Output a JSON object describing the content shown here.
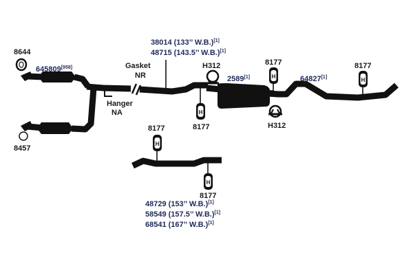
{
  "labels": {
    "part_8644": "8644",
    "part_645809": "645809",
    "note_958": "[958]",
    "gasket": "Gasket",
    "gasket_status": "NR",
    "hanger": "Hanger",
    "hanger_status": "NA",
    "part_8457": "8457",
    "pipe_38014": "38014 (133’’ W.B.)",
    "pipe_48715": "48715 (143.5’’ W.B.)",
    "note_1": "[1]",
    "clamp_h312_top": "H312",
    "clamp_h312_bottom": "H312",
    "hanger_8177_mid": "8177",
    "hanger_8177_muffler": "8177",
    "muffler_2589": "2589",
    "pipe_64827": "64827",
    "hanger_8177_tail": "8177",
    "hanger_8177_alt_top": "8177",
    "hanger_8177_alt_bottom": "8177",
    "pipe_48729": "48729 (153’’ W.B.)",
    "pipe_58549": "58549 (157.5’’ W.B.)",
    "pipe_68541": "68541 (167’’ W.B.)",
    "hanger_glyph": "H"
  }
}
